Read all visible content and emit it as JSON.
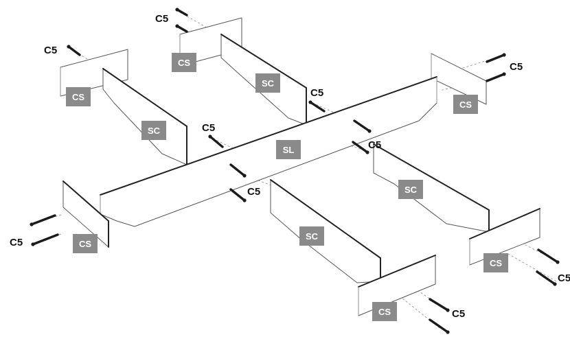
{
  "diagram": {
    "part_tags": {
      "cs": "CS",
      "sc": "SC",
      "sl": "SL"
    },
    "screw_label": "C5",
    "colors": {
      "tag_fill": "#8a8a8a",
      "tag_text": "#ffffff",
      "outline": "#555555",
      "screw": "#1b1b1b"
    },
    "icons": [
      "screw-icon"
    ]
  }
}
